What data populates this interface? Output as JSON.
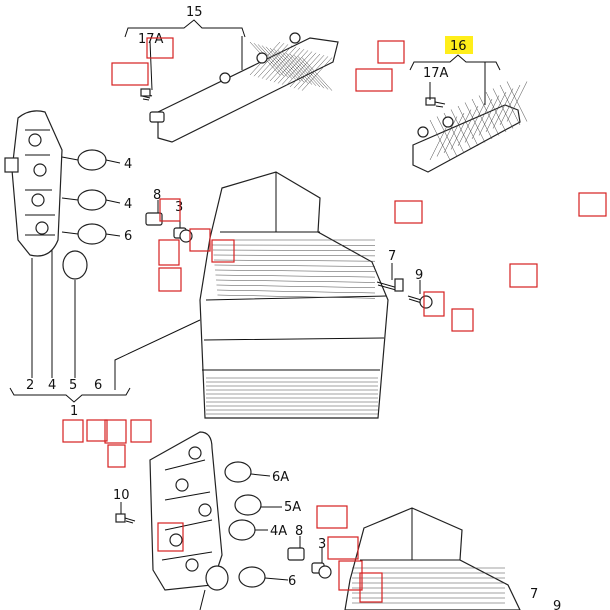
{
  "diagram": {
    "callouts": {
      "n15": "15",
      "n16": "16",
      "n17A_left": "17A",
      "n17A_right": "17A",
      "n4_top": "4",
      "n4_mid": "4",
      "n6_mid": "6",
      "n8_top": "8",
      "n3_top": "3",
      "n7_top": "7",
      "n9_top": "9",
      "n2": "2",
      "n4_bottom": "4",
      "n5": "5",
      "n6_bottom": "6",
      "n1": "1",
      "n10": "10",
      "n6A": "6A",
      "n5A": "5A",
      "n4A": "4A",
      "n6_low": "6",
      "n8_low": "8",
      "n3_low": "3",
      "n7_low": "7",
      "n9_low": "9"
    },
    "highlight_color": "#ffee1a",
    "hotspot_color": "#d62020"
  }
}
